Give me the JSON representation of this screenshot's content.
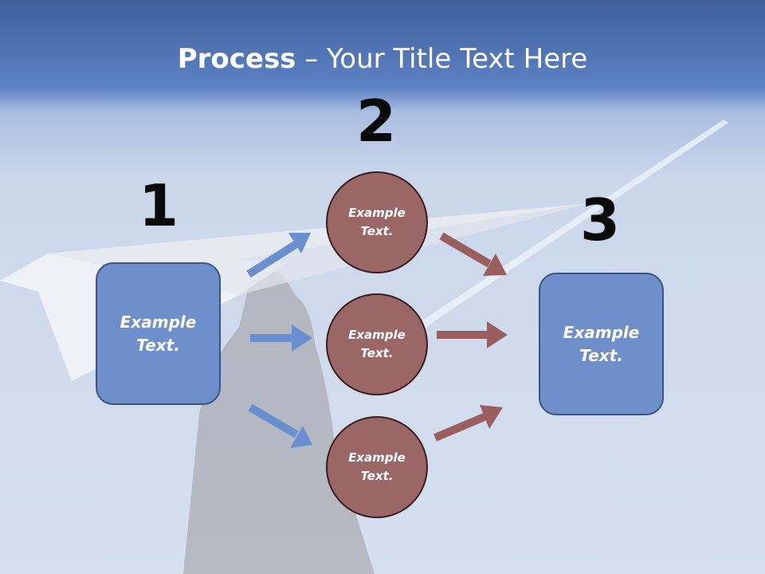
{
  "title": {
    "bold": "Process",
    "rest": " – Your Title Text Here"
  },
  "steps": [
    {
      "number": "1",
      "text": "Example Text."
    },
    {
      "number": "2",
      "items": [
        "Example Text.",
        "Example Text.",
        "Example Text."
      ]
    },
    {
      "number": "3",
      "text": "Example Text."
    }
  ],
  "colors": {
    "box_fill": "#6f8fca",
    "box_border": "#3e5385",
    "circle_fill": "#9b6666",
    "circle_border": "#3a1e1e",
    "arrow_blue": "#6a8fd0",
    "arrow_brown": "#9b5e5e"
  },
  "background": {
    "description_icons": [
      "paper-plane",
      "hand",
      "contrail",
      "sky"
    ]
  }
}
